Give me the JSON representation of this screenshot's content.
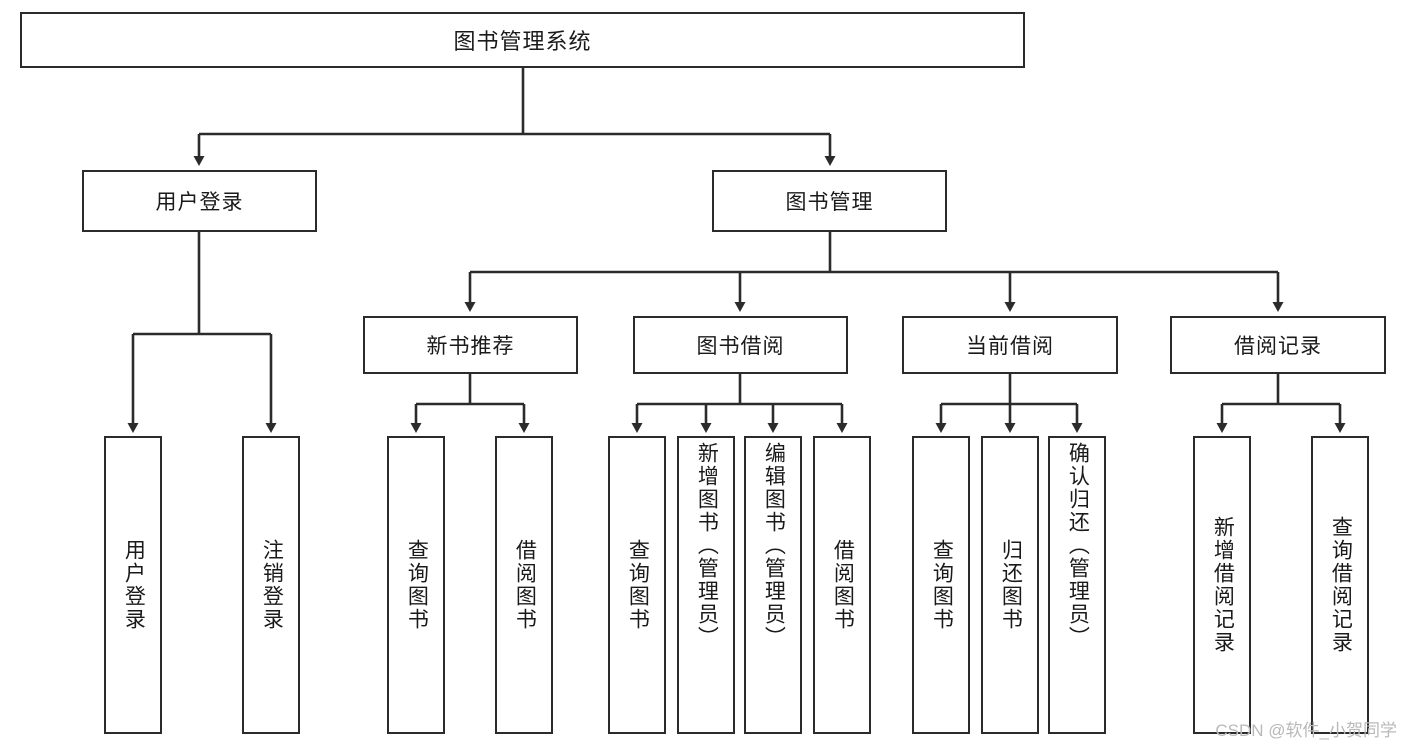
{
  "diagram": {
    "type": "tree-hierarchy",
    "title": "图书管理系统",
    "root": {
      "id": "root",
      "label": "图书管理系统"
    },
    "level2": [
      {
        "id": "user-login",
        "label": "用户登录"
      },
      {
        "id": "book-management",
        "label": "图书管理"
      }
    ],
    "level3": [
      {
        "id": "new-book-recommend",
        "label": "新书推荐",
        "parent": "book-management"
      },
      {
        "id": "book-borrow",
        "label": "图书借阅",
        "parent": "book-management"
      },
      {
        "id": "current-borrow",
        "label": "当前借阅",
        "parent": "book-management"
      },
      {
        "id": "borrow-record",
        "label": "借阅记录",
        "parent": "book-management"
      }
    ],
    "leaves": {
      "user_login": [
        {
          "id": "leaf-user-login",
          "label": "用户登录"
        },
        {
          "id": "leaf-logout-login",
          "label": "注销登录"
        }
      ],
      "new_book_recommend": [
        {
          "id": "leaf-query-book-1",
          "label": "查询图书"
        },
        {
          "id": "leaf-borrow-book-1",
          "label": "借阅图书"
        }
      ],
      "book_borrow": [
        {
          "id": "leaf-query-book-2",
          "label": "查询图书"
        },
        {
          "id": "leaf-add-book",
          "label": "新增图书（管理员）"
        },
        {
          "id": "leaf-edit-book",
          "label": "编辑图书（管理员）"
        },
        {
          "id": "leaf-borrow-book-2",
          "label": "借阅图书"
        }
      ],
      "current_borrow": [
        {
          "id": "leaf-query-book-3",
          "label": "查询图书"
        },
        {
          "id": "leaf-return-book",
          "label": "归还图书"
        },
        {
          "id": "leaf-confirm-return",
          "label": "确认归还（管理员）"
        }
      ],
      "borrow_record": [
        {
          "id": "leaf-add-record",
          "label": "新增借阅记录"
        },
        {
          "id": "leaf-query-record",
          "label": "查询借阅记录"
        }
      ]
    }
  },
  "watermark": {
    "text": "CSDN @软件_小贺同学"
  },
  "colors": {
    "stroke": "#2b2b2b",
    "fill": "#ffffff",
    "text": "#1a1a1a",
    "watermark": "#b9b9b9"
  }
}
